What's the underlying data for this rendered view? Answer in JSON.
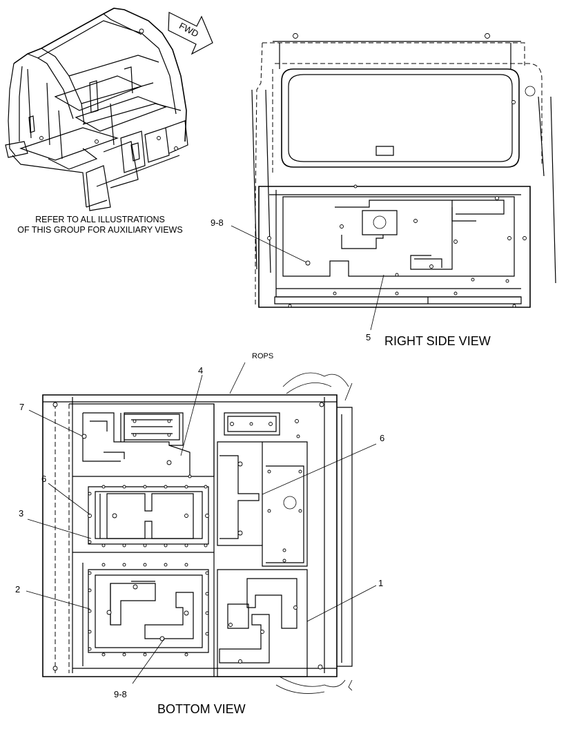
{
  "notes": {
    "line1": "REFER TO ALL ILLUSTRATIONS",
    "line2": "OF THIS GROUP FOR AUXILIARY VIEWS"
  },
  "fwd_arrow_label": "FWD",
  "views": {
    "right_side": "RIGHT SIDE VIEW",
    "bottom": "BOTTOM VIEW"
  },
  "labels": {
    "rops": "ROPS"
  },
  "callouts": {
    "right_9_8": "9-8",
    "right_5": "5",
    "bottom_4": "4",
    "bottom_7": "7",
    "bottom_6_left": "6",
    "bottom_3": "3",
    "bottom_6_right": "6",
    "bottom_1": "1",
    "bottom_2": "2",
    "bottom_9_8": "9-8"
  }
}
